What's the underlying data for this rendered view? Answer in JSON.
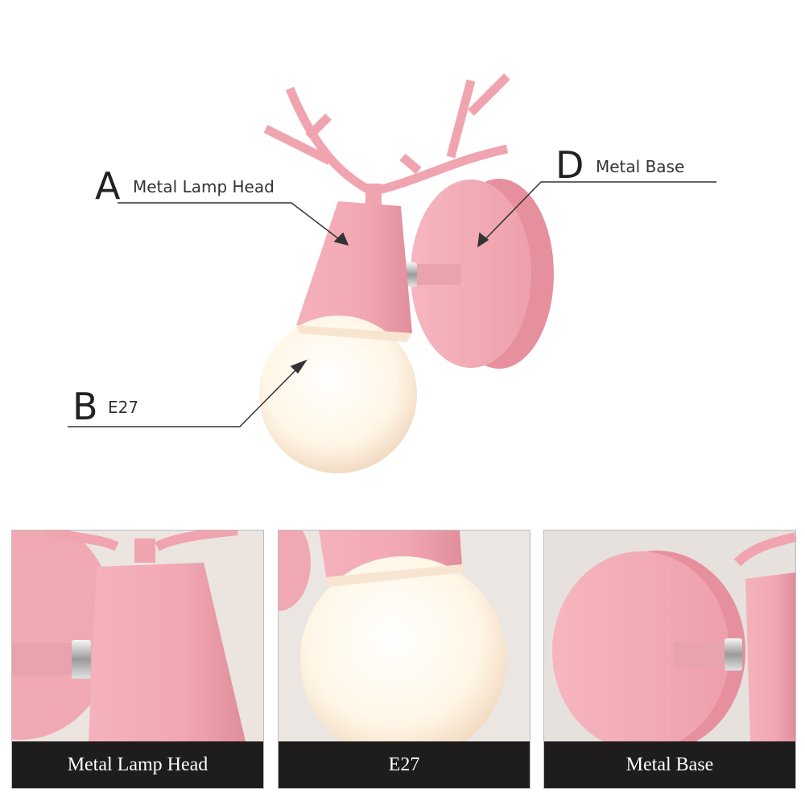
{
  "callouts": {
    "a": {
      "letter": "A",
      "label": "Metal Lamp Head"
    },
    "b": {
      "letter": "B",
      "label": "E27"
    },
    "d": {
      "letter": "D",
      "label": "Metal Base"
    }
  },
  "panels": [
    {
      "caption": "Metal Lamp Head"
    },
    {
      "caption": "E27"
    },
    {
      "caption": "Metal Base"
    }
  ],
  "colors": {
    "pink": "#f2a9b4",
    "pink_dark": "#e6949f",
    "bulb": "#fff6e8",
    "caption_bg": "#1e1c1c"
  }
}
